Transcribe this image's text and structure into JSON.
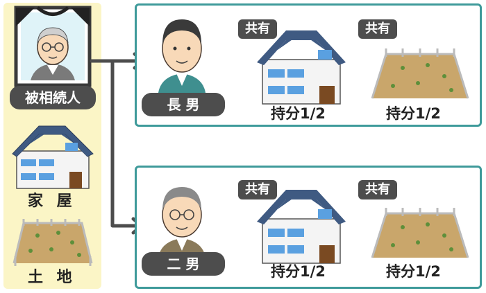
{
  "decedent": {
    "label": "被相続人"
  },
  "assets": {
    "house": "家 屋",
    "land": "土 地"
  },
  "heirs": [
    {
      "name": "長 男",
      "house_tag": "共有",
      "house_share": "持分1/2",
      "land_tag": "共有",
      "land_share": "持分1/2"
    },
    {
      "name": "二 男",
      "house_tag": "共有",
      "house_share": "持分1/2",
      "land_tag": "共有",
      "land_share": "持分1/2"
    }
  ],
  "colors": {
    "panel": "#fbf5c6",
    "box_border": "#3e9a9a",
    "pill": "#4d4d4d",
    "connector": "#4d4d4d"
  }
}
